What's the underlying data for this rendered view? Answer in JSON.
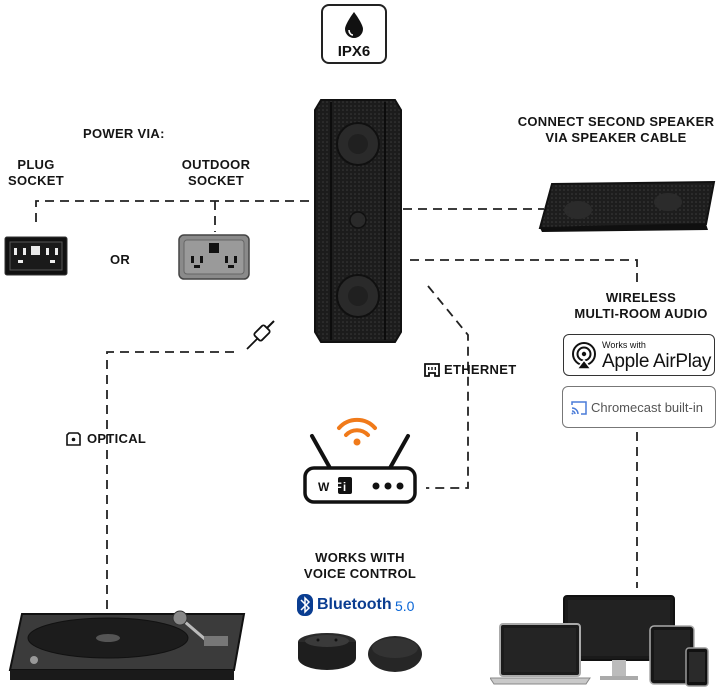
{
  "rating": {
    "label": "IPX6",
    "icon": "water-drop-icon"
  },
  "power": {
    "title": "POWER VIA:",
    "plug": {
      "line1": "PLUG",
      "line2": "SOCKET",
      "icon": "plug-socket-icon"
    },
    "or_text": "OR",
    "outdoor": {
      "line1": "OUTDOOR",
      "line2": "SOCKET",
      "icon": "outdoor-socket-icon"
    }
  },
  "second_speaker": {
    "line1": "CONNECT SECOND SPEAKER",
    "line2": "VIA SPEAKER CABLE"
  },
  "wireless": {
    "line1": "WIRELESS",
    "line2": "MULTI-ROOM AUDIO",
    "airplay": {
      "small": "Works with",
      "big": "Apple AirPlay"
    },
    "chromecast": "Chromecast built-in"
  },
  "ethernet": {
    "label": "ETHERNET",
    "icon": "ethernet-port-icon"
  },
  "optical": {
    "label": "OPTICAL",
    "icon": "optical-port-icon"
  },
  "router": {
    "brand": "WiFi",
    "icon": "wifi-signal-icon"
  },
  "voice": {
    "line1": "WORKS WITH",
    "line2": "VOICE CONTROL",
    "bluetooth_word": "Bluetooth",
    "bluetooth_version": "5.0"
  },
  "colors": {
    "wifi_orange": "#f07a1a",
    "bluetooth_blue": "#0a3d91",
    "line": "#222222"
  }
}
